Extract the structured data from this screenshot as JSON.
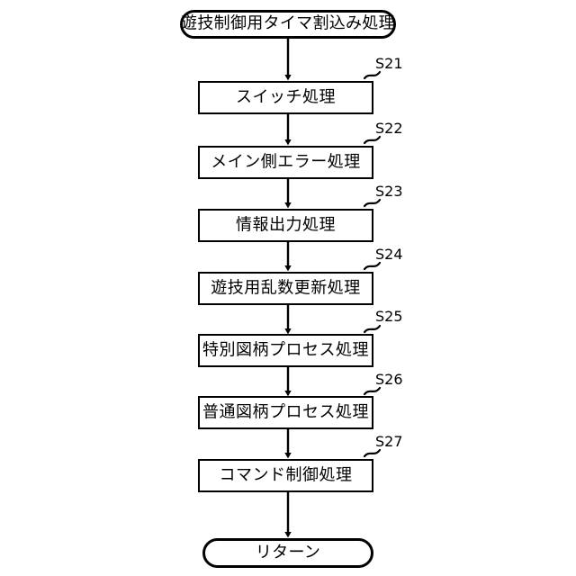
{
  "diagram": {
    "title_terminal": {
      "label": "遊技制御用タイマ割込み処理",
      "shape": "terminal"
    },
    "end_terminal": {
      "label": "リターン",
      "shape": "terminal"
    },
    "steps": [
      {
        "tag": "S21",
        "label": "スイッチ処理"
      },
      {
        "tag": "S22",
        "label": "メイン側エラー処理"
      },
      {
        "tag": "S23",
        "label": "情報出力処理"
      },
      {
        "tag": "S24",
        "label": "遊技用乱数更新処理"
      },
      {
        "tag": "S25",
        "label": "特別図柄プロセス処理"
      },
      {
        "tag": "S26",
        "label": "普通図柄プロセス処理"
      },
      {
        "tag": "S27",
        "label": "コマンド制御処理"
      }
    ],
    "colors": {
      "stroke": "#000000",
      "fill": "#ffffff",
      "background": "#ffffff"
    }
  }
}
